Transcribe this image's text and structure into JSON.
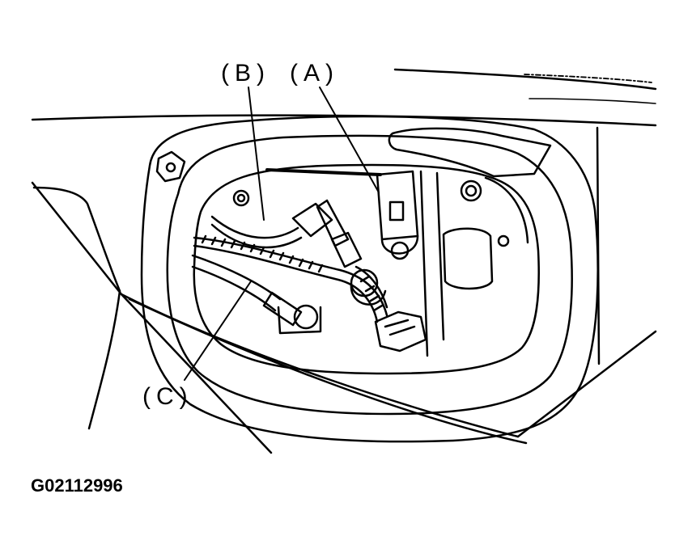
{
  "callouts": {
    "a": "(A)",
    "b": "(B)",
    "c": "(C)"
  },
  "figure_id": "G02112996",
  "colors": {
    "ink": "#000000",
    "paper": "#ffffff"
  }
}
